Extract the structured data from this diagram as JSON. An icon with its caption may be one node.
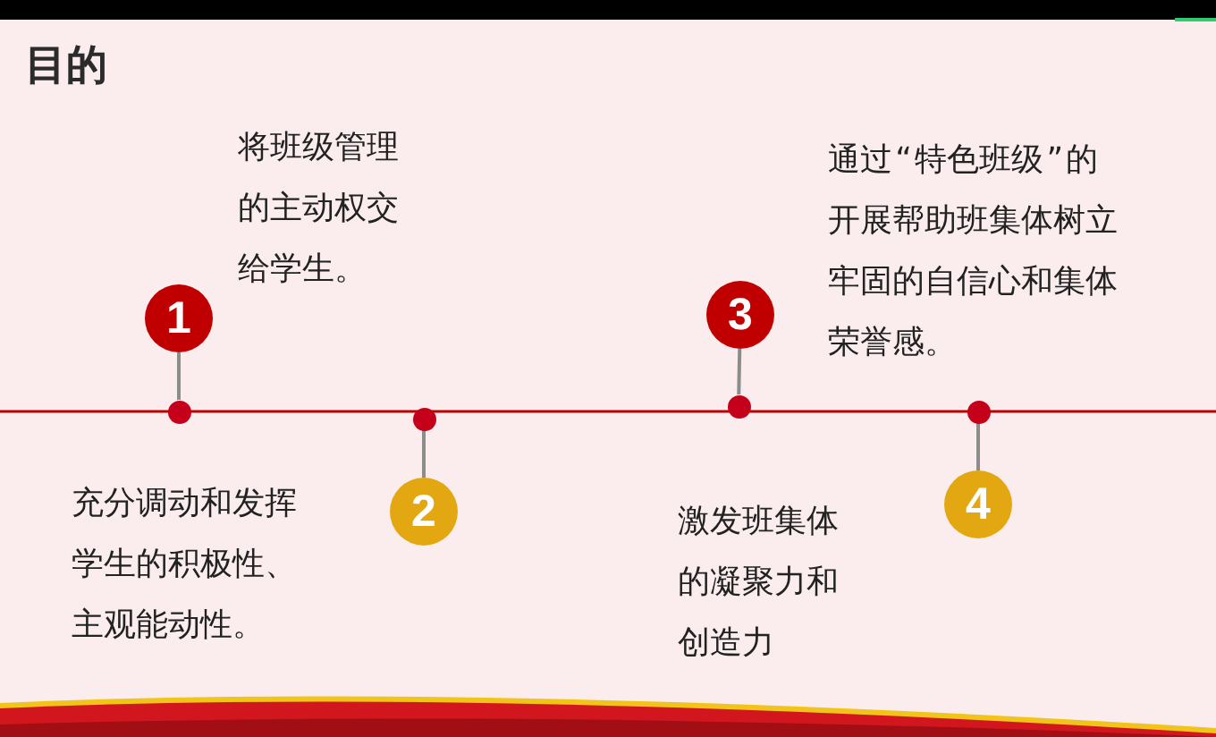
{
  "diagram": {
    "title": "目的",
    "nodes": [
      {
        "text": [
          "1"
        ],
        "beside": [
          "将班级管理的主动权交给学生。"
        ]
      },
      {
        "text": [
          "2"
        ],
        "beside": [
          "充分调动和发挥学生的积极性、主观能动性。"
        ]
      },
      {
        "text": [
          "3"
        ],
        "beside": [
          "通过“特色班级”的开展帮助班集体树立牢固的自信心和集体荣誉感。"
        ]
      },
      {
        "text": [
          "4"
        ],
        "beside": [
          "激发班集体的凝聚力和创造力"
        ]
      },
      {
        "text": [],
        "shape": "circle"
      },
      {
        "text": [],
        "shape": "circle"
      },
      {
        "text": [],
        "shape": "circle"
      },
      {
        "text": [],
        "shape": "circle"
      }
    ],
    "edges": [
      {
        "from": 0,
        "to": 4,
        "arrow": "none"
      },
      {
        "from": 1,
        "to": 5,
        "arrow": "none"
      },
      {
        "from": 2,
        "to": 6,
        "arrow": "none"
      },
      {
        "from": 3,
        "to": 7,
        "arrow": "none"
      }
    ]
  }
}
